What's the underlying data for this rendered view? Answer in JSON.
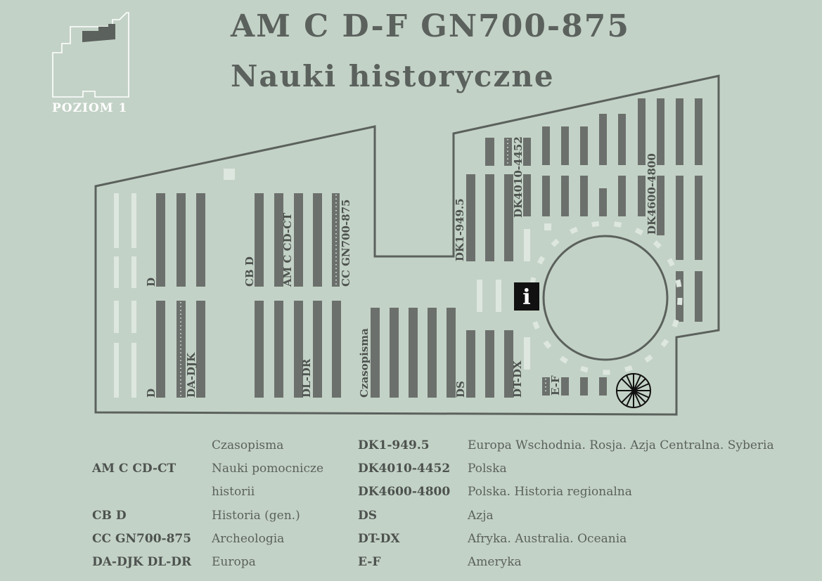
{
  "header": {
    "title_line1": "AM C D-F GN700-875",
    "title_line2": "Nauki historyczne"
  },
  "level_indicator": {
    "label": "POZIOM 1"
  },
  "map": {
    "shelf_labels": {
      "d_upper": "D",
      "cb_d": "CB D",
      "am_c_cd_ct": "AM C CD-CT",
      "cc_gn": "CC GN700-875",
      "d_lower": "D",
      "da_djk": "DA-DJK",
      "dl_dr": "DL-DR",
      "czasopisma": "Czasopisma",
      "ds": "DS",
      "dt_dx": "DT-DX",
      "dk1": "DK1-949.5",
      "dk4010": "DK4010-4452",
      "dk4600": "DK4600-4800",
      "e_f": "E-F"
    },
    "info_icon": "i",
    "colors": {
      "background": "#c3d2c6",
      "shelf": "#6c706d",
      "outline": "#5b615d",
      "light_shelf": "#dde7df",
      "info_box": "#111111"
    }
  },
  "legend": {
    "rows": [
      {
        "code": "",
        "desc": "Czasopisma"
      },
      {
        "code": "AM C CD-CT",
        "desc": "Nauki pomocnicze"
      },
      {
        "code": "",
        "desc": "historii"
      },
      {
        "code": "CB D",
        "desc": "Historia (gen.)"
      },
      {
        "code": "CC GN700-875",
        "desc": "Archeologia"
      },
      {
        "code": "DA-DJK DL-DR",
        "desc": "Europa"
      }
    ],
    "rows_right": [
      {
        "code": "DK1-949.5",
        "desc": "Europa Wschodnia. Rosja. Azja Centralna. Syberia"
      },
      {
        "code": "DK4010-4452",
        "desc": "Polska"
      },
      {
        "code": "DK4600-4800",
        "desc": "Polska. Historia regionalna"
      },
      {
        "code": "DS",
        "desc": "Azja"
      },
      {
        "code": "DT-DX",
        "desc": "Afryka. Australia. Oceania"
      },
      {
        "code": "E-F",
        "desc": "Ameryka"
      }
    ]
  }
}
